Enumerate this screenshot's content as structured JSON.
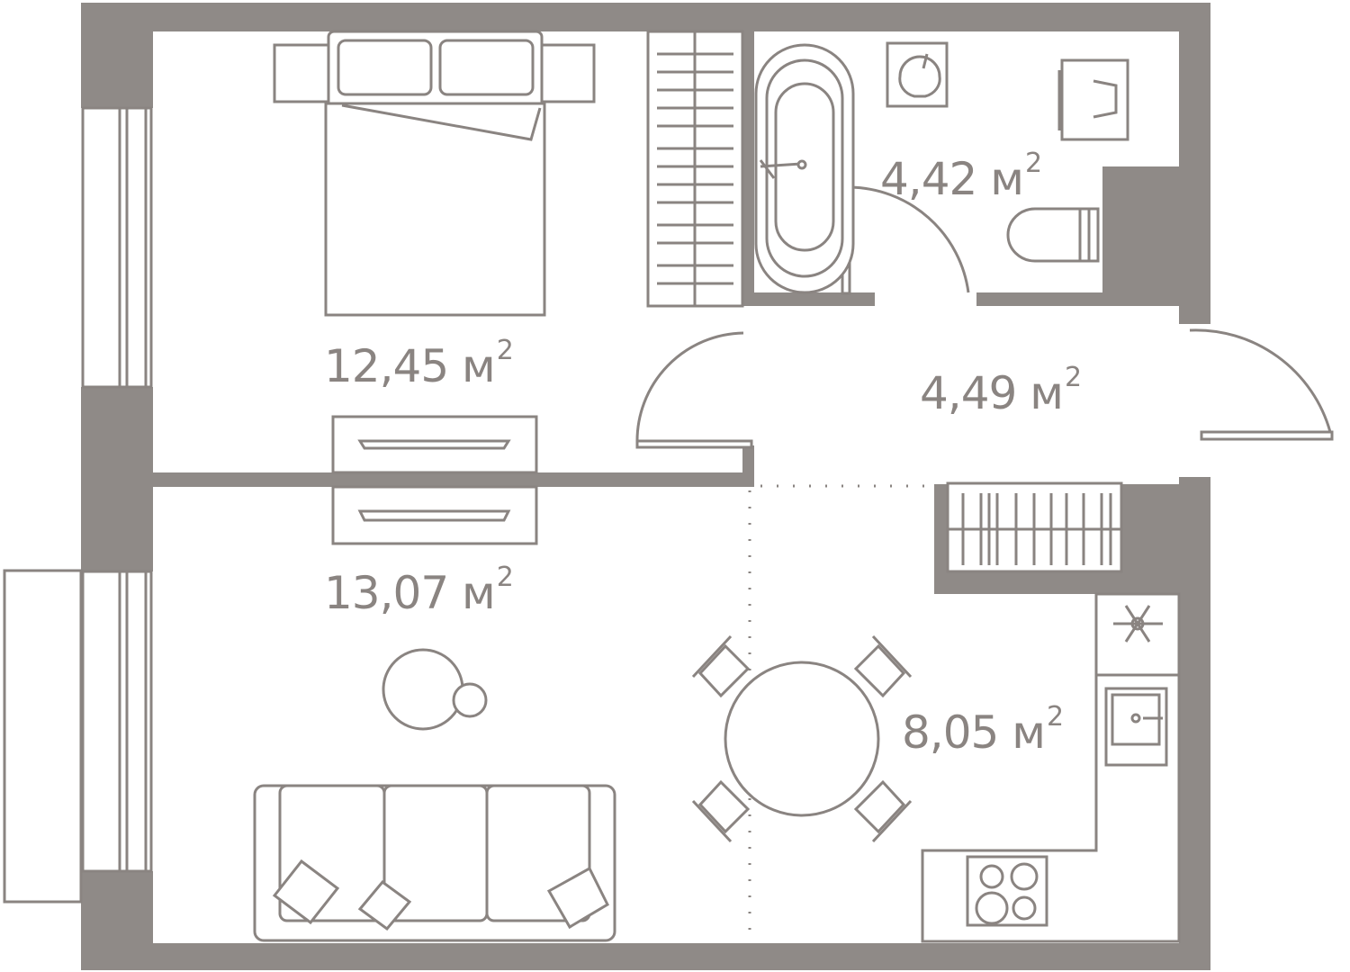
{
  "plan": {
    "unit": "м",
    "unit_power": "2",
    "colors": {
      "wall": "#8f8a87",
      "line": "#8a8481"
    },
    "rooms": [
      {
        "id": "bedroom",
        "area": "12,45"
      },
      {
        "id": "bathroom",
        "area": "4,42"
      },
      {
        "id": "hallway",
        "area": "4,49"
      },
      {
        "id": "living",
        "area": "13,07"
      },
      {
        "id": "kitchen",
        "area": "8,05"
      }
    ]
  }
}
